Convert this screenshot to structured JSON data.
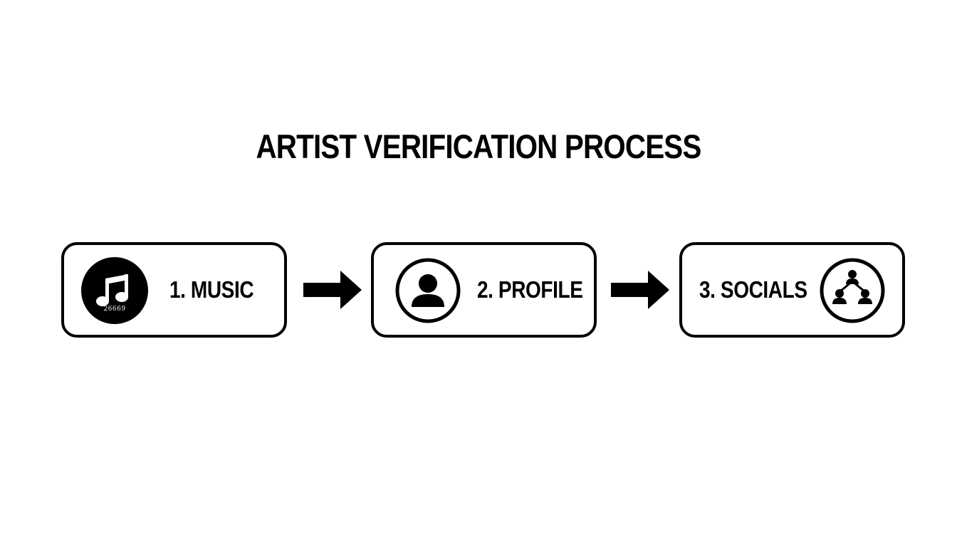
{
  "title": "ARTIST VERIFICATION PROCESS",
  "steps": [
    {
      "label": "1. MUSIC",
      "icon": "music-note-icon",
      "icon_caption": "26669"
    },
    {
      "label": "2. PROFILE",
      "icon": "user-profile-icon"
    },
    {
      "label": "3. SOCIALS",
      "icon": "social-network-icon"
    }
  ],
  "arrows": [
    "arrow-right-icon",
    "arrow-right-icon"
  ],
  "colors": {
    "foreground": "#000000",
    "background": "#ffffff"
  }
}
